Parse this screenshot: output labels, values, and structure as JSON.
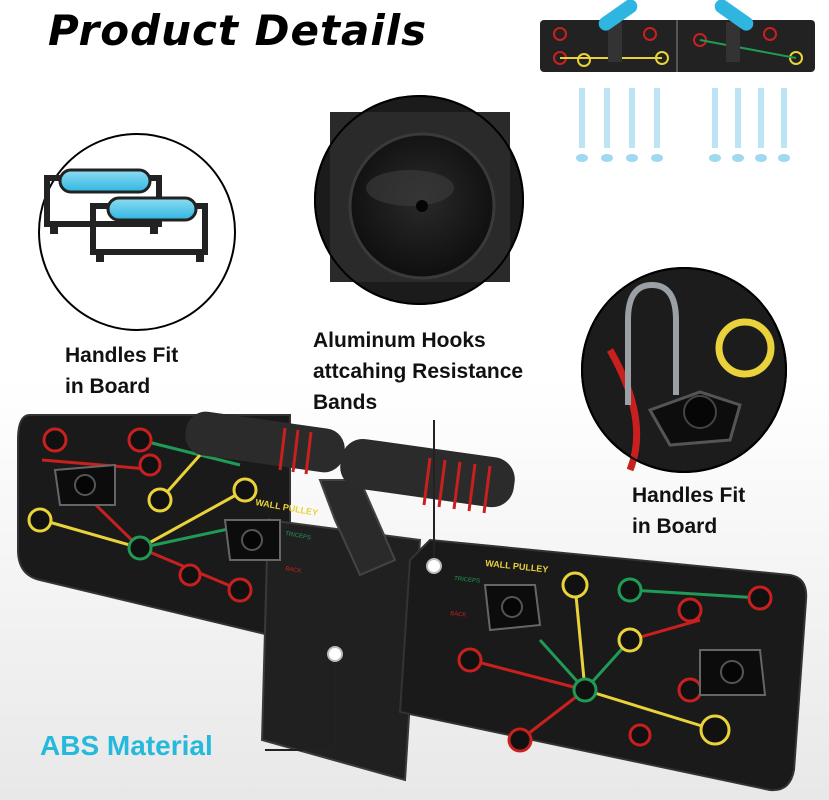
{
  "title": "Product Details",
  "callouts": {
    "left": [
      "Handles Fit",
      "in Board"
    ],
    "middle": [
      "Aluminum Hooks",
      "attcahing Resistance",
      "Bands"
    ],
    "right": [
      "Handles Fit",
      "in Board"
    ],
    "bottom": "ABS Material"
  },
  "board_labels": {
    "wall_pulley": "WALL PULLEY",
    "triceps": "TRICEPS",
    "back": "BACK"
  },
  "colors": {
    "accent_blue": "#26b9dc",
    "board": "#1a1a1a",
    "red": "#c8201e",
    "yellow": "#e9d23a",
    "green": "#1f9b55"
  }
}
